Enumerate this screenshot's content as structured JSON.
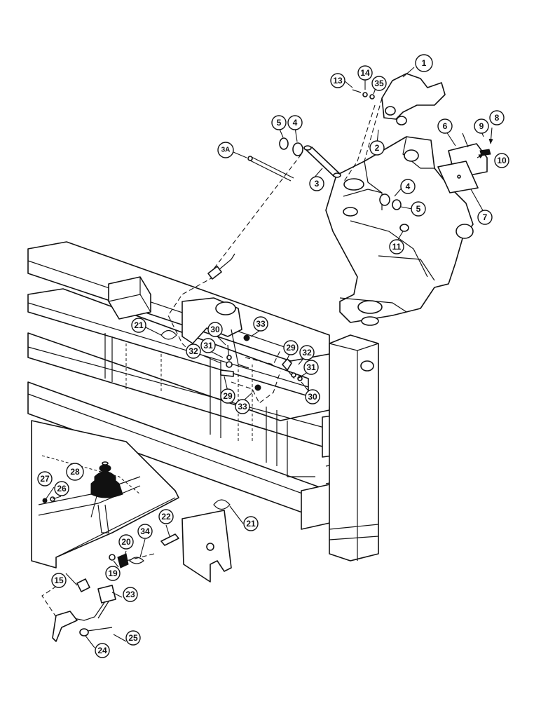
{
  "diagram": {
    "type": "exploded-parts-view",
    "callouts": [
      "1",
      "2",
      "3",
      "3A",
      "4",
      "5",
      "6",
      "7",
      "8",
      "9",
      "10",
      "11",
      "13",
      "14",
      "15",
      "19",
      "20",
      "21",
      "22",
      "23",
      "24",
      "25",
      "26",
      "27",
      "28",
      "29",
      "30",
      "31",
      "32",
      "33",
      "34",
      "35"
    ]
  },
  "colors": {
    "line": "#111111",
    "background": "#ffffff"
  }
}
